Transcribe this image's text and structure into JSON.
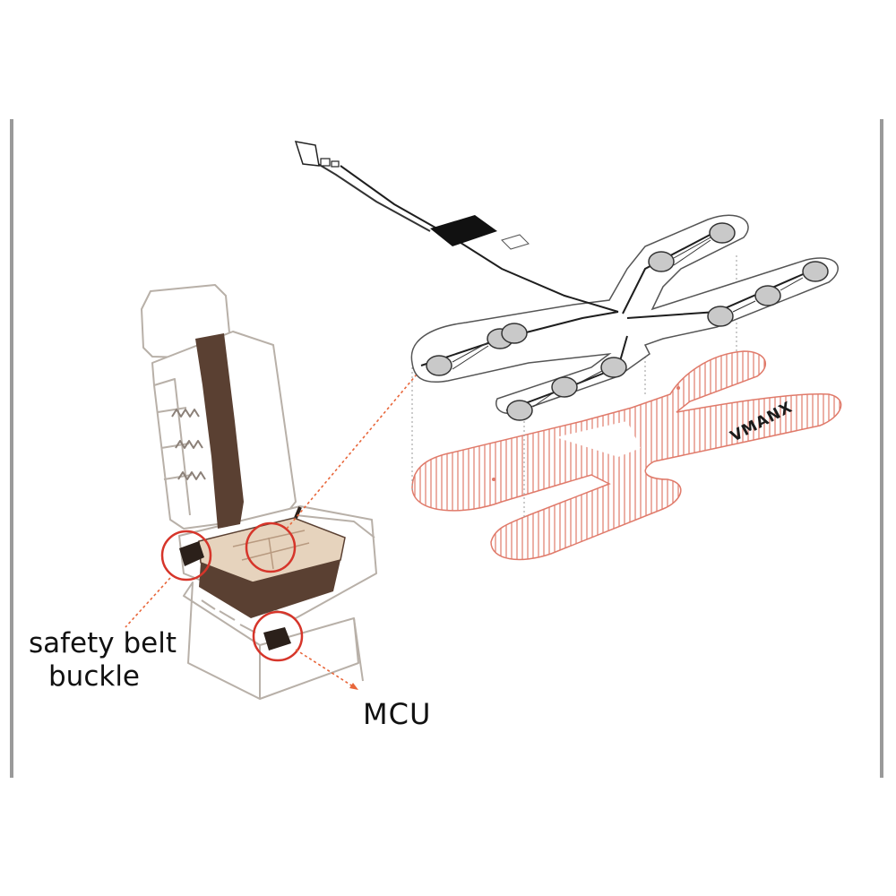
{
  "labels": {
    "safety_belt_line1": "safety belt",
    "safety_belt_line2": "buckle",
    "mcu": "MCU",
    "brand": "VMANX"
  },
  "colors": {
    "callout": "#e8663a",
    "callout_circle": "#d6352a",
    "seat_outline": "#b8b0a8",
    "seat_cover": "#5a4032",
    "cushion": "#e6d3bd",
    "sensor_hatch": "#e07a6a",
    "sensor_pad": "#c9c9c9",
    "frame": "#9a9a9a"
  }
}
